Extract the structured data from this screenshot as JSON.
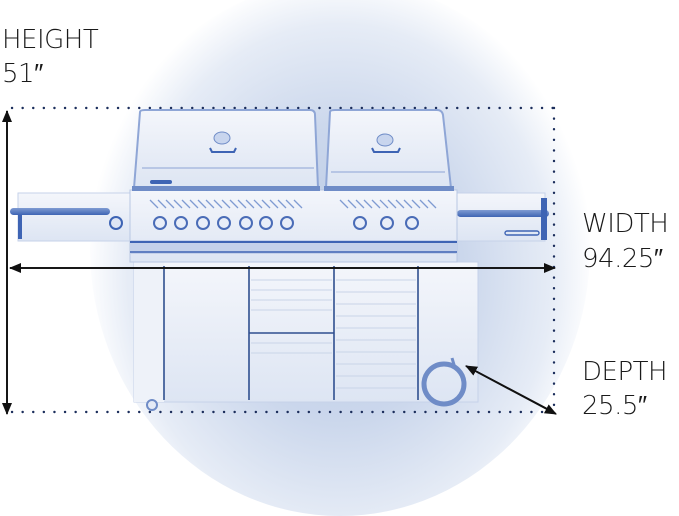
{
  "diagram": {
    "subject": "Outdoor gas grill with side burners, dual lids and cabinet base",
    "dimensions": {
      "height": {
        "title": "HEIGHT",
        "value": "51″"
      },
      "width": {
        "title": "WIDTH",
        "value": "94.25″"
      },
      "depth": {
        "title": "DEPTH",
        "value": "25.5″"
      }
    },
    "colors": {
      "line": "#1c2e5c",
      "arrow": "#111111",
      "grill_tint": "#3e64b4",
      "glow": "#b9c9e4"
    }
  }
}
